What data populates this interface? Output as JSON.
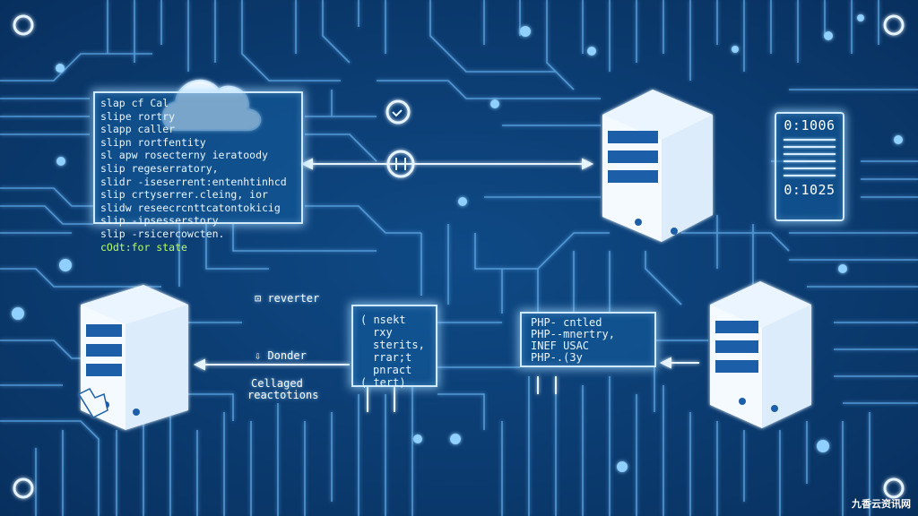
{
  "code_panel": {
    "lines": [
      "slap  cf Cal",
      "slipe  rortry",
      "slapp  caller",
      "slipn  rortfentity",
      "sl apw  rosecterny  ieratoody",
      "slip  regeserratory,",
      "slidr  -iseserrent:entenhtinhcd",
      "slip  crtyserrer.cleing, ior",
      "slidw  reseecrcnttcatontokicig",
      "slip -ipsesserstory",
      "slip  -rsicercowcten.",
      "cOdt:for  state"
    ]
  },
  "mid_panel": {
    "lines": [
      "( nsekt",
      "rxy",
      "sterits,",
      "rrar;t",
      "pnract",
      "( tert)"
    ]
  },
  "php_panel": {
    "lines": [
      "PHP- cntled",
      "PHP--mnertry,",
      "INEF USAC",
      "PHP-.(3y"
    ]
  },
  "status_panel": {
    "top_value": "0:1006",
    "bottom_value": "0:1025"
  },
  "labels": {
    "reverter": "reverter",
    "louder": "Donder",
    "callaged_line1": "Cellaged",
    "callaged_line2": "reactotions"
  },
  "watermark": "九香云资讯网",
  "colors": {
    "background": "#0b3a6e",
    "glow": "#cfe9ff",
    "server_blue": "#1f5fa8"
  }
}
